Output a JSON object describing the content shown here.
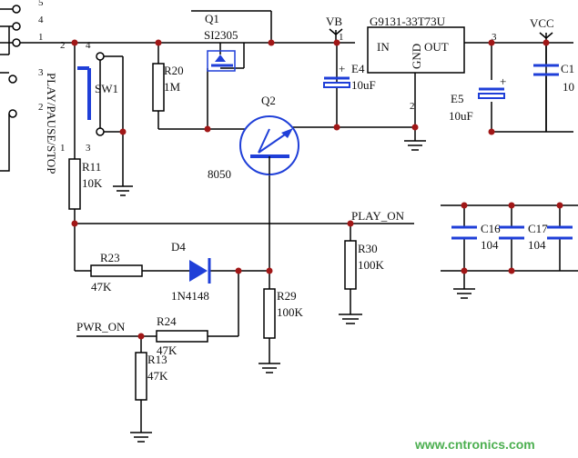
{
  "colors": {
    "wire": "#000000",
    "body": "#ffffff",
    "blue": "#1f3fd8",
    "dot": "#a11717",
    "watermark": "#4caf50"
  },
  "components": {
    "q1": {
      "ref": "Q1",
      "value": "SI2305"
    },
    "q2": {
      "ref": "Q2",
      "value": "8050"
    },
    "r20": {
      "ref": "R20",
      "value": "1M"
    },
    "r11": {
      "ref": "R11",
      "value": "10K"
    },
    "r23": {
      "ref": "R23",
      "value": "47K"
    },
    "r24": {
      "ref": "R24",
      "value": "47K"
    },
    "r13": {
      "ref": "R13",
      "value": "47K"
    },
    "r29": {
      "ref": "R29",
      "value": "100K"
    },
    "r30": {
      "ref": "R30",
      "value": "100K"
    },
    "d4": {
      "ref": "D4",
      "value": "1N4148"
    },
    "e4": {
      "ref": "E4",
      "value": "10uF"
    },
    "e5": {
      "ref": "E5",
      "value": "10uF"
    },
    "c16": {
      "ref": "C16",
      "value": "104"
    },
    "c17": {
      "ref": "C17",
      "value": "104"
    },
    "c1": {
      "ref": "C1",
      "value": "10"
    },
    "u1": {
      "part": "G9131-33T73U",
      "in": "IN",
      "gnd": "GND",
      "out": "OUT",
      "pin_in": "1",
      "pin_gnd": "2",
      "pin_out": "3"
    },
    "sw1": {
      "ref": "SW1",
      "name": "PLAY/PAUSE/STOP",
      "pin1": "1",
      "pin2": "2",
      "pin3": "3",
      "pin4": "4"
    }
  },
  "nets": {
    "vb": "VB",
    "vcc": "VCC",
    "play_on": "PLAY_ON",
    "pwr_on": "PWR_ON"
  },
  "connector_pins": [
    "5",
    "4",
    "1",
    "3",
    "2"
  ],
  "watermark": "www.cntronics.com"
}
